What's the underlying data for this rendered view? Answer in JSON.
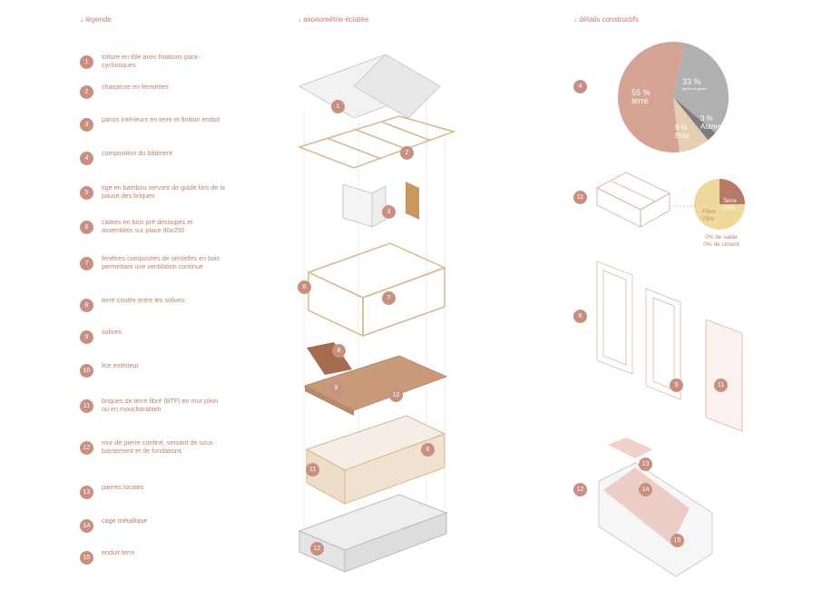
{
  "headers": {
    "legend": "↓ légende",
    "axo": "↓ axonométrie éclatée",
    "details": "↓ détails constructifs"
  },
  "legend": [
    {
      "n": "1",
      "text": "toiture en tôle avec fixations para-cycloniques"
    },
    {
      "n": "2",
      "text": "charpente en fermettes"
    },
    {
      "n": "3",
      "text": "parois intérieurs en terre et finition enduit"
    },
    {
      "n": "4",
      "text": "composition du bâtiment"
    },
    {
      "n": "5",
      "text": "tige en bambou servant de guide lors de la pause des briques"
    },
    {
      "n": "6",
      "text": "cadres en bois pré découpés et assemblés sur place 90x250"
    },
    {
      "n": "7",
      "text": "fenêtres composées de ventelles en bois permettant une ventilation continue"
    },
    {
      "n": "8",
      "text": "terre coulée entre les solives"
    },
    {
      "n": "9",
      "text": "solives"
    },
    {
      "n": "10",
      "text": "lice extérieur"
    },
    {
      "n": "11",
      "text": "briques de terre fibré (BTF) en mur plein ou en moucharabieh"
    },
    {
      "n": "12",
      "text": "mur de pierre confiné, servant de sous bassement et de fondations"
    },
    {
      "n": "13",
      "text": "pierres locales"
    },
    {
      "n": "14",
      "text": "cage métallique"
    },
    {
      "n": "15",
      "text": "enduit terre"
    }
  ],
  "pie_main": {
    "terre_pct": "55 %",
    "terre": "terre",
    "pierre_pct": "33 %",
    "pierre": "pierre ou grave",
    "autres_pct": "3 %",
    "autres": "Autres",
    "bois_pct": "9 %",
    "bois": "Bois"
  },
  "pie_brick": {
    "terre": "Terre",
    "terre_pct": "25%",
    "fibre": "Fibre",
    "fibre_pct": "75%",
    "note1": "0% de sable",
    "note2": "0% de ciment"
  },
  "colors": {
    "accent": "#c9907f",
    "terre": "#d4a394",
    "pierre": "#b0b0b0",
    "autres": "#7d7d7d",
    "bois": "#e6cfb0",
    "fibre": "#efd99a",
    "brick_terre": "#b87a68"
  }
}
